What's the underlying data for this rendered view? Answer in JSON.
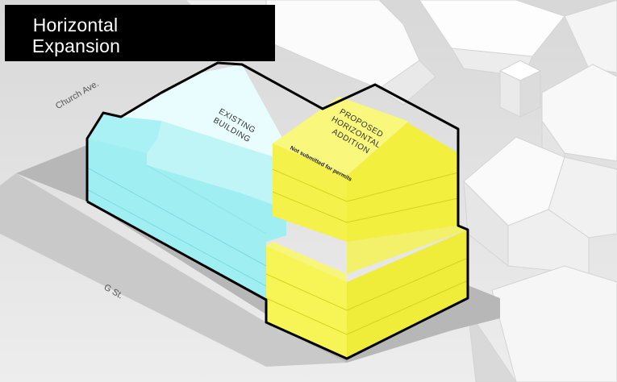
{
  "title": {
    "line1": "Horizontal",
    "line2": "Expansion"
  },
  "streets": {
    "church": "Church Ave.",
    "g": "G St."
  },
  "existing": {
    "line1": "EXISTING",
    "line2": "BUILDING"
  },
  "proposed": {
    "line1": "PROPOSED",
    "line2": "HORIZONTAL",
    "line3": "ADDITION",
    "note": "Not submitted for permits"
  },
  "colors": {
    "existing": "#a5f0f3",
    "proposed": "#f6f45a",
    "ground": "#a9a9a9",
    "context": "#f7f7f7"
  }
}
